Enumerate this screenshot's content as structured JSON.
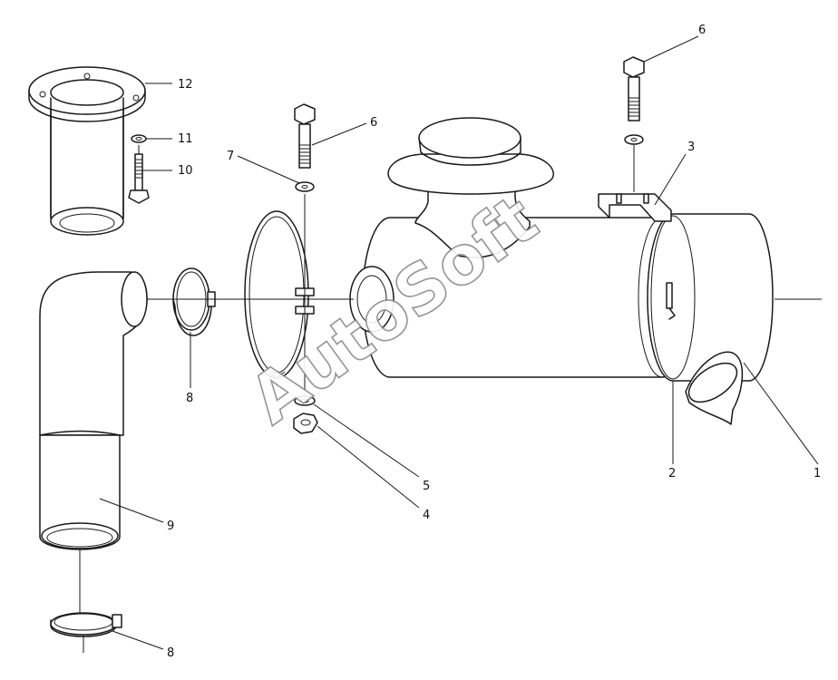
{
  "callouts": {
    "c1": "1",
    "c2": "2",
    "c3": "3",
    "c4": "4",
    "c5": "5",
    "c6a": "6",
    "c6b": "6",
    "c7": "7",
    "c8a": "8",
    "c8b": "8",
    "c9": "9",
    "c10": "10",
    "c11": "11",
    "c12": "12"
  },
  "watermark": "AutoSoft",
  "colors": {
    "line": "#1a1a1a",
    "watermark_outline": "#8a8a8a",
    "background": "#ffffff"
  }
}
